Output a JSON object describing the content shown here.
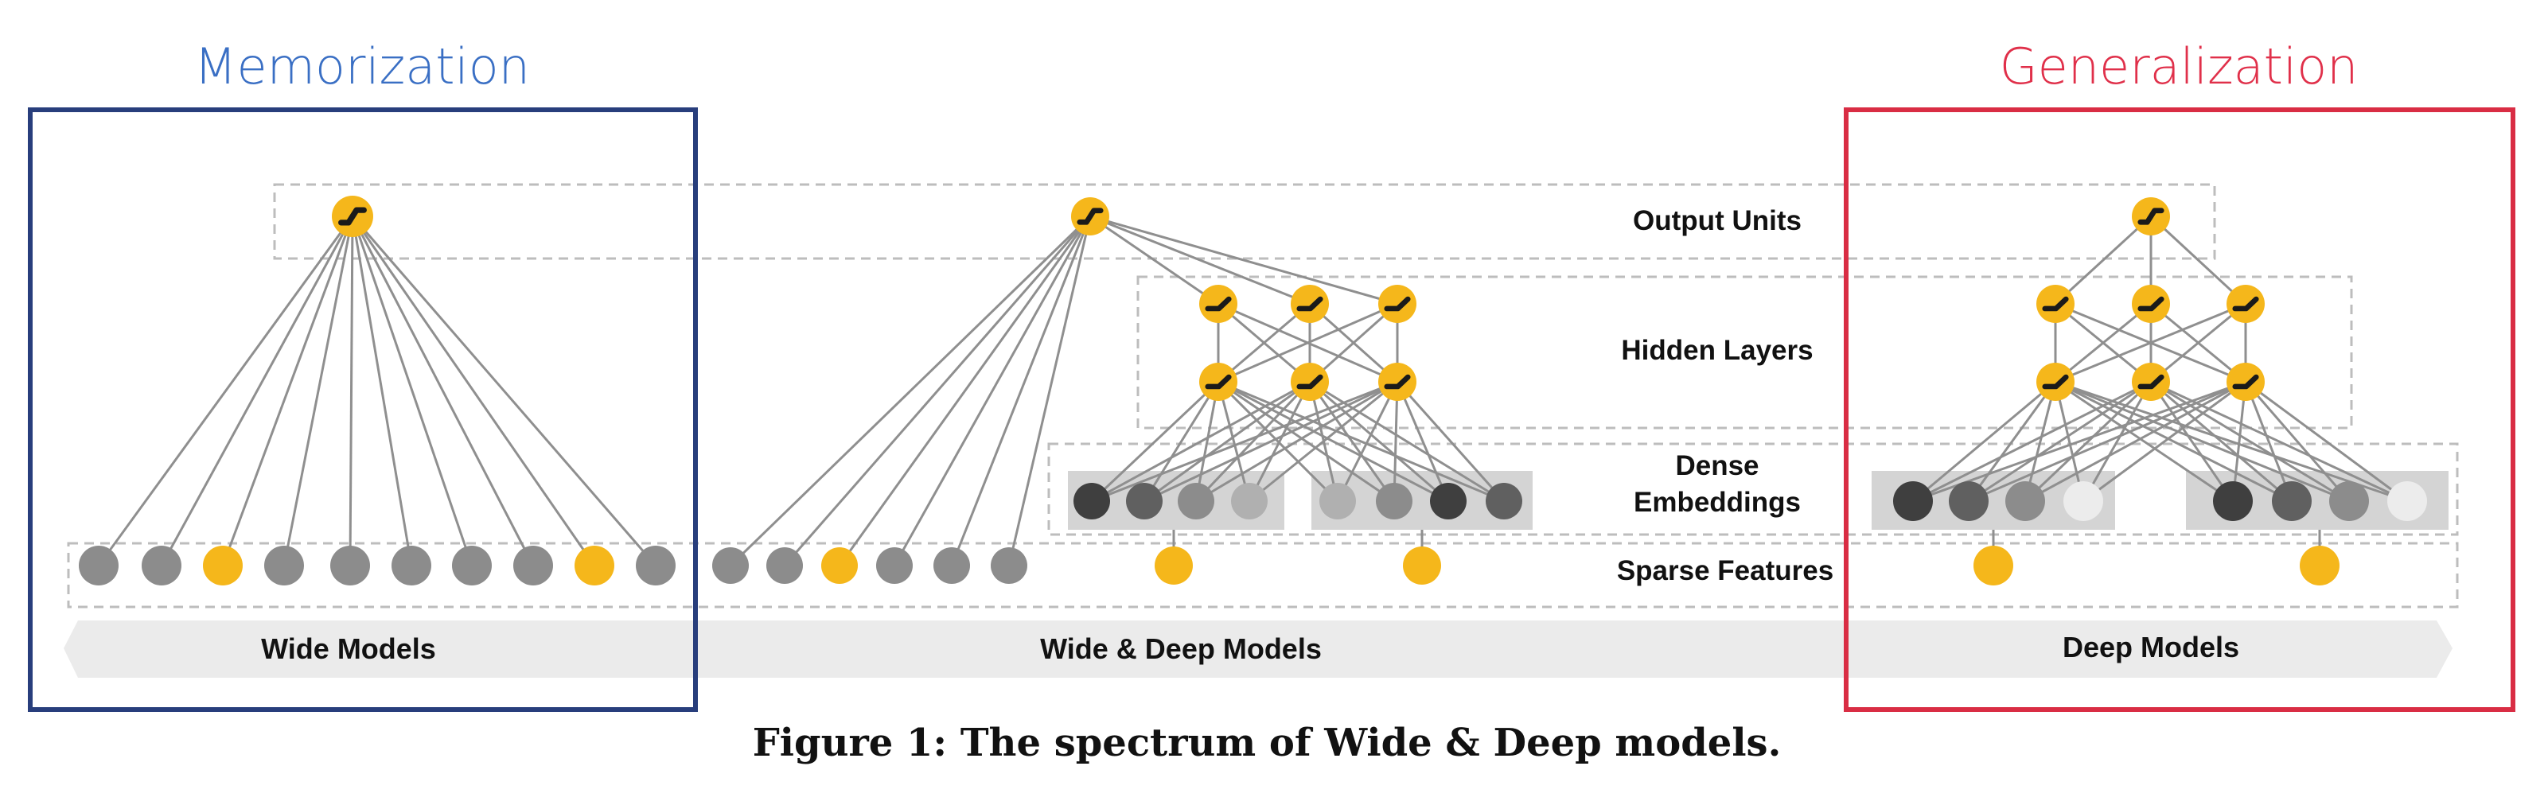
{
  "headings": {
    "memorization": "Memorization",
    "generalization": "Generalization"
  },
  "layer_labels": {
    "output": "Output Units",
    "hidden": "Hidden Layers",
    "dense_line1": "Dense",
    "dense_line2": "Embeddings",
    "sparse": "Sparse Features"
  },
  "model_labels": {
    "wide": "Wide Models",
    "wide_deep": "Wide & Deep Models",
    "deep": "Deep Models"
  },
  "caption": "Figure 1: The spectrum of Wide & Deep models.",
  "colors": {
    "memorization": "#3a6fc4",
    "memorization_box": "#283e7c",
    "generalization": "#e0304a",
    "generalization_box": "#d92d44",
    "unit_yellow": "#f5b71b",
    "gray_feature": "#8c8c8c",
    "edge": "#8f8f8f",
    "band": "#ebebeb",
    "embed_box": "#d4d4d4"
  },
  "icons": {
    "output_unit": "sigmoid-unit-icon",
    "hidden_unit": "relu-unit-icon",
    "feature": "circle-node-icon"
  }
}
